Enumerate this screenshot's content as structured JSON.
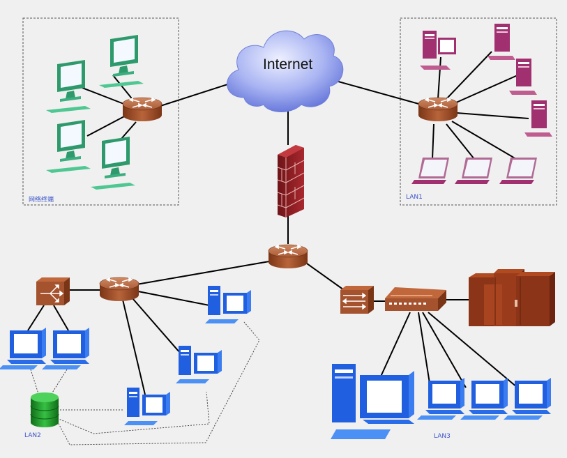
{
  "cloud": {
    "label": "Internet"
  },
  "groups": {
    "wan_group": {
      "label": "网络终端"
    },
    "lan1": {
      "label": "LAN1"
    },
    "lan2": {
      "label": "LAN2"
    },
    "lan3": {
      "label": "LAN3"
    }
  },
  "colors": {
    "background": "#f0f0f0",
    "router": "#a5532f",
    "firewall": "#8b1f24",
    "cloud": "#8090e8",
    "green_pc": "#2e9a6c",
    "purple_pc": "#a03070",
    "blue_pc": "#1f5fe0",
    "server": "#8c3418",
    "database": "#1d9a2a",
    "link": "#000000",
    "dotted_link": "#555555"
  },
  "icons": [
    "router-icon",
    "firewall-icon",
    "cloud-icon",
    "switch-icon",
    "hub-icon",
    "desktop-icon",
    "laptop-icon",
    "server-rack-icon",
    "database-icon"
  ]
}
